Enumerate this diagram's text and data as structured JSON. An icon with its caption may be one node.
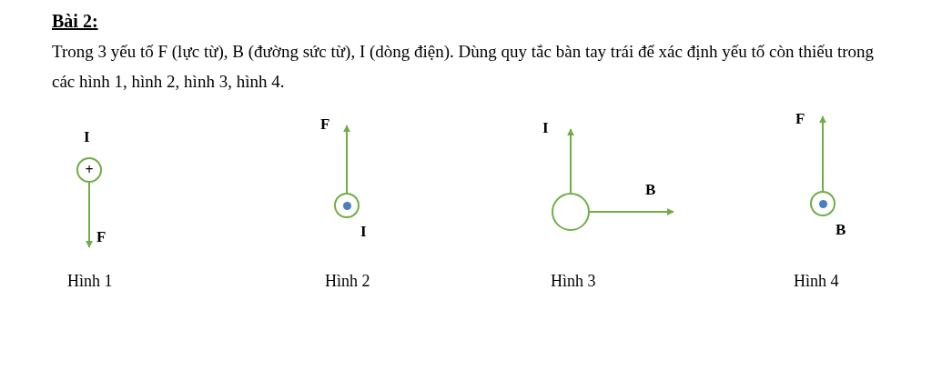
{
  "diagram": {
    "title": "Bài 2:",
    "nodes": [
      {
        "text": [
          "+"
        ],
        "beside": [
          "I"
        ]
      },
      {
        "text": [
          "F"
        ]
      },
      {
        "text": [],
        "shape": "circle",
        "beside": [
          "I"
        ]
      },
      {
        "text": [
          "F"
        ]
      },
      {
        "text": [],
        "shape": "circle"
      },
      {
        "text": [
          "I"
        ]
      },
      {
        "text": [
          "B"
        ]
      },
      {
        "text": [],
        "shape": "circle",
        "beside": [
          "B"
        ]
      },
      {
        "text": [
          "F"
        ]
      }
    ],
    "edges": [
      {
        "from": 0,
        "to": 1,
        "arrow": "to"
      },
      {
        "from": 2,
        "to": 3,
        "arrow": "to"
      },
      {
        "from": 4,
        "to": 5,
        "arrow": "to"
      },
      {
        "from": 4,
        "to": 6,
        "arrow": "to"
      },
      {
        "from": 7,
        "to": 8,
        "arrow": "to"
      }
    ],
    "labels": [
      "Trong 3 yếu tố F (lực từ), B (đường sức từ), I (dòng điện). Dùng quy tắc bàn tay trái để xác định yếu tố còn thiếu trong các hình 1, hình 2, hình 3, hình 4.",
      "Hình 1",
      "Hình 2",
      "Hình 3",
      "Hình 4"
    ]
  }
}
